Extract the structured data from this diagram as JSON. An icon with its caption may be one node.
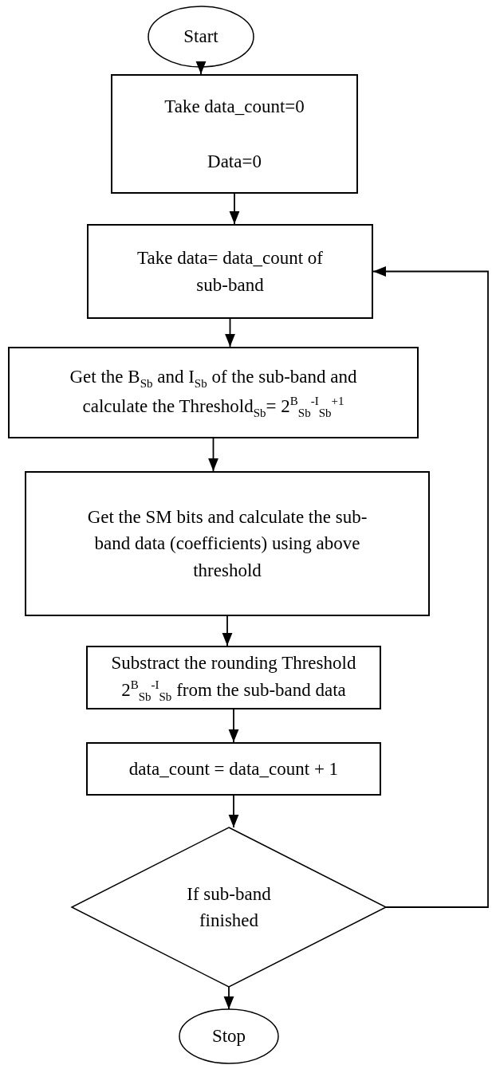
{
  "diagram": {
    "nodes": [
      {
        "text": [
          "Start"
        ]
      },
      {
        "text": [
          "Take data_count=0",
          "Data=0"
        ]
      },
      {
        "text": [
          "Take data= data_count of sub-band"
        ]
      },
      {
        "text": [
          "Get the B$_{Sb}$ and I$_{Sb}$ of the sub-band and calculate the Threshold$_{Sb}$= 2$^{B}$$_{Sb}$$^{-I}$$_{Sb}$$^{+1}$"
        ]
      },
      {
        "text": [
          "Get the SM bits and calculate the sub-band data (coefficients) using above threshold"
        ]
      },
      {
        "text": [
          "Substract the rounding Threshold 2$^{B}$$_{Sb}$$^{-I}$$_{Sb}$ from the sub-band data"
        ]
      },
      {
        "text": [
          "data_count = data_count + 1"
        ]
      },
      {
        "text": [
          "If sub-band finished"
        ]
      },
      {
        "text": [
          "Stop"
        ]
      }
    ],
    "edges": [
      {
        "from": 0,
        "to": 1,
        "arrow": "to"
      },
      {
        "from": 1,
        "to": 2,
        "arrow": "to"
      },
      {
        "from": 2,
        "to": 3,
        "arrow": "to"
      },
      {
        "from": 3,
        "to": 4,
        "arrow": "to"
      },
      {
        "from": 4,
        "to": 5,
        "arrow": "to"
      },
      {
        "from": 5,
        "to": 6,
        "arrow": "to"
      },
      {
        "from": 6,
        "to": 7,
        "arrow": "to"
      },
      {
        "from": 7,
        "to": 8,
        "arrow": "to"
      },
      {
        "from": 7,
        "to": 2,
        "arrow": "to"
      }
    ]
  }
}
